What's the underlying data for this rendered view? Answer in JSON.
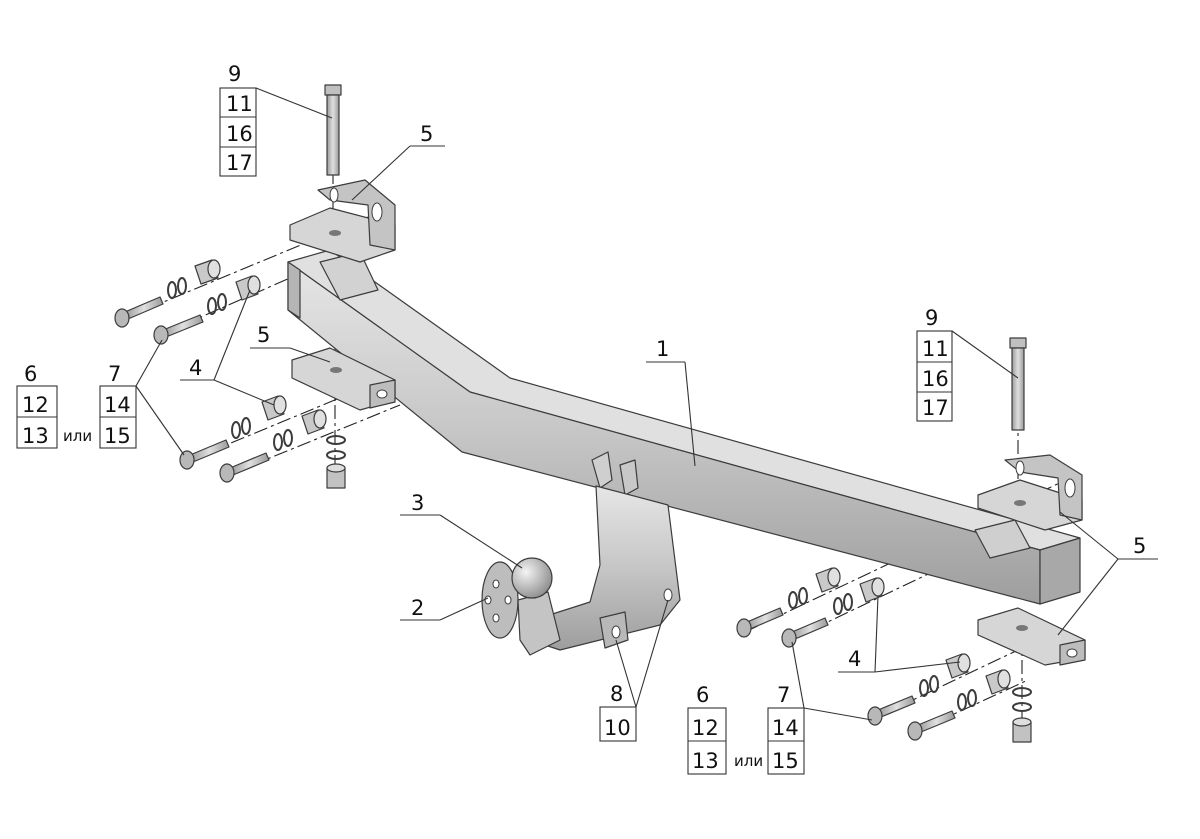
{
  "labels": {
    "n1": "1",
    "n2": "2",
    "n3": "3",
    "n4a": "4",
    "n4b": "4",
    "n5a": "5",
    "n5b": "5",
    "n5c": "5",
    "n6a": "6",
    "n6b": "6",
    "n7a": "7",
    "n7b": "7",
    "n8": "8",
    "n9a": "9",
    "n9b": "9",
    "n10": "10",
    "n11a": "11",
    "n11b": "11",
    "n12a": "12",
    "n12b": "12",
    "n13a": "13",
    "n13b": "13",
    "n14a": "14",
    "n14b": "14",
    "n15a": "15",
    "n15b": "15",
    "n16a": "16",
    "n16b": "16",
    "n17a": "17",
    "n17b": "17",
    "ili_a": "или",
    "ili_b": "или"
  },
  "colors": {
    "metal": "#c8c8c8",
    "metal_dark": "#9a9a9a",
    "metal_light": "#e2e2e2",
    "outline": "#3c3c3c"
  }
}
